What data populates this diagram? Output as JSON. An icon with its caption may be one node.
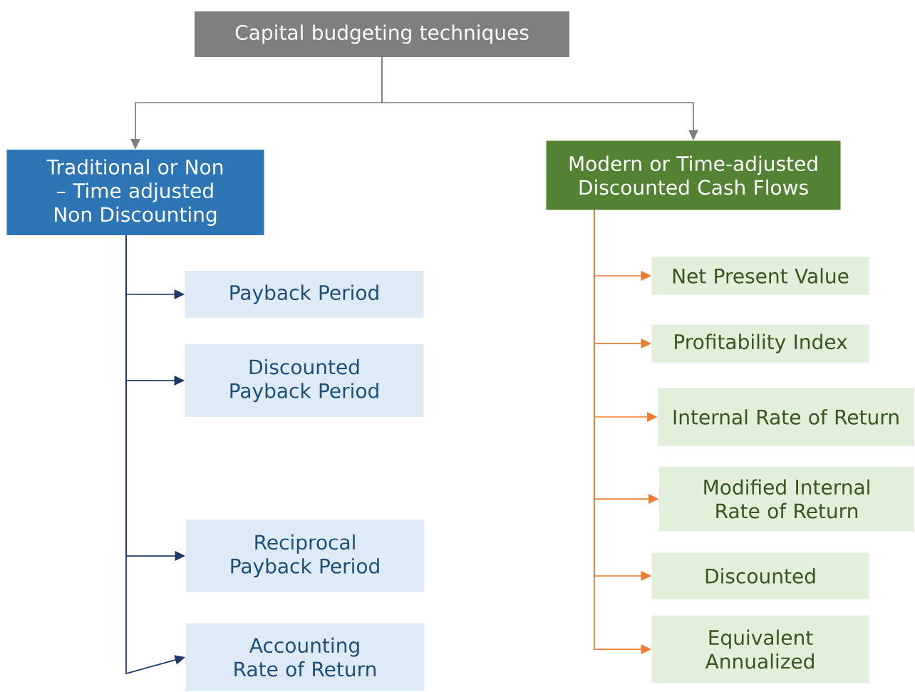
{
  "diagram": {
    "nodes": [
      {
        "text": [
          "Capital budgeting techniques"
        ]
      },
      {
        "text": [
          "Traditional or Non – Time adjusted Non Discounting"
        ]
      },
      {
        "text": [
          "Modern or Time-adjusted Discounted Cash Flows"
        ]
      },
      {
        "text": [
          "Payback Period"
        ]
      },
      {
        "text": [
          "Discounted Payback Period"
        ]
      },
      {
        "text": [
          "Reciprocal Payback Period"
        ]
      },
      {
        "text": [
          "Accounting Rate of Return"
        ]
      },
      {
        "text": [
          "Net Present Value"
        ]
      },
      {
        "text": [
          "Profitability Index"
        ]
      },
      {
        "text": [
          "Internal Rate of Return"
        ]
      },
      {
        "text": [
          "Modified Internal Rate of Return"
        ]
      },
      {
        "text": [
          "Discounted"
        ]
      },
      {
        "text": [
          "Equivalent Annualized"
        ]
      }
    ],
    "edges": [
      {
        "from": 0,
        "to": 1,
        "arrow": "to",
        "color": "#7f7f7f"
      },
      {
        "from": 0,
        "to": 2,
        "arrow": "to",
        "color": "#7f7f7f"
      },
      {
        "from": 1,
        "to": 3,
        "arrow": "to",
        "color": "#1f3864"
      },
      {
        "from": 1,
        "to": 4,
        "arrow": "to",
        "color": "#1f3864"
      },
      {
        "from": 1,
        "to": 5,
        "arrow": "to",
        "color": "#1f3864"
      },
      {
        "from": 1,
        "to": 6,
        "arrow": "to",
        "color": "#1f3864"
      },
      {
        "from": 2,
        "to": 7,
        "arrow": "to"
      },
      {
        "from": 2,
        "to": 8,
        "arrow": "to"
      },
      {
        "from": 2,
        "to": 9,
        "arrow": "to"
      },
      {
        "from": 2,
        "to": 10,
        "arrow": "to"
      },
      {
        "from": 2,
        "to": 11,
        "arrow": "to"
      },
      {
        "from": 2,
        "to": 12,
        "arrow": "to"
      }
    ]
  }
}
